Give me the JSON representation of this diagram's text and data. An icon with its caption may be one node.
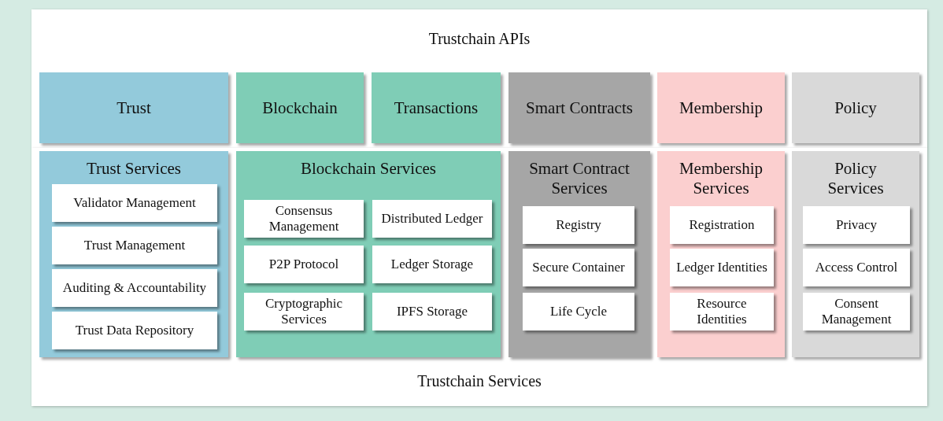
{
  "diagram": {
    "nodes": [
      {
        "text": [
          "Trustchain APIs"
        ]
      },
      {
        "text": [
          "Trust"
        ],
        "in": 0
      },
      {
        "text": [
          "Blockchain"
        ],
        "in": 0
      },
      {
        "text": [
          "Transactions"
        ],
        "in": 0
      },
      {
        "text": [
          "Smart Contracts"
        ],
        "in": 0
      },
      {
        "text": [
          "Membership"
        ],
        "in": 0
      },
      {
        "text": [
          "Policy"
        ],
        "in": 0
      },
      {
        "text": [
          "Trustchain Services"
        ]
      },
      {
        "text": [
          "Trust Services"
        ],
        "in": 7
      },
      {
        "text": [
          "Validator Management"
        ],
        "in": 8
      },
      {
        "text": [
          "Trust Management"
        ],
        "in": 8
      },
      {
        "text": [
          "Auditing & Accountability"
        ],
        "in": 8
      },
      {
        "text": [
          "Trust Data Repository"
        ],
        "in": 8
      },
      {
        "text": [
          "Blockchain Services"
        ],
        "in": 7
      },
      {
        "text": [
          "Consensus Management"
        ],
        "in": 13
      },
      {
        "text": [
          "Distributed Ledger"
        ],
        "in": 13
      },
      {
        "text": [
          "P2P Protocol"
        ],
        "in": 13
      },
      {
        "text": [
          "Ledger Storage"
        ],
        "in": 13
      },
      {
        "text": [
          "Cryptographic Services"
        ],
        "in": 13
      },
      {
        "text": [
          "IPFS Storage"
        ],
        "in": 13
      },
      {
        "text": [
          "Smart Contract Services"
        ],
        "in": 7
      },
      {
        "text": [
          "Registry"
        ],
        "in": 20
      },
      {
        "text": [
          "Secure Container"
        ],
        "in": 20
      },
      {
        "text": [
          "Life Cycle"
        ],
        "in": 20
      },
      {
        "text": [
          "Membership Services"
        ],
        "in": 7
      },
      {
        "text": [
          "Registration"
        ],
        "in": 24
      },
      {
        "text": [
          "Ledger Identities"
        ],
        "in": 24
      },
      {
        "text": [
          "Resource Identities"
        ],
        "in": 24
      },
      {
        "text": [
          "Policy Services"
        ],
        "in": 7
      },
      {
        "text": [
          "Privacy"
        ],
        "in": 28
      },
      {
        "text": [
          "Access Control"
        ],
        "in": 28
      },
      {
        "text": [
          "Consent Management"
        ],
        "in": 28
      }
    ]
  }
}
